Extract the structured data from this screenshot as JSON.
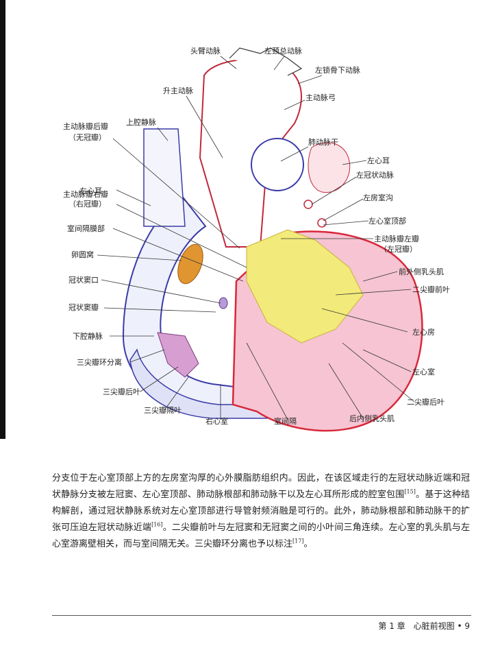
{
  "figure": {
    "labels": {
      "brachiocephalic": "头臂动脉",
      "left_common_carotid": "左颈总动脉",
      "left_subclavian": "左锁骨下动脉",
      "ascending_aorta": "升主动脉",
      "aortic_arch": "主动脉弓",
      "svc": "上腔静脉",
      "pulmonary_trunk": "肺动脉干",
      "ncc_line1": "主动脉瓣后瓣",
      "ncc_line2": "（无冠瓣）",
      "left_atrial_appendage": "左心耳",
      "right_atrial_appendage": "右心耳",
      "left_coronary_artery": "左冠状动脉",
      "rcc_line1": "主动脉瓣右瓣",
      "rcc_line2": "（右冠瓣）",
      "left_av_groove": "左房室沟",
      "lv_summit": "左心室顶部",
      "membranous_septum": "室间隔膜部",
      "lcc_line1": "主动脉瓣左瓣",
      "lcc_line2": "（左冠瓣）",
      "fossa_ovalis": "卵圆窝",
      "anterolateral_papillary": "前外侧乳头肌",
      "cs_ostium": "冠状窦口",
      "mitral_anterior_leaflet": "二尖瓣前叶",
      "cs_valve": "冠状窦瓣",
      "left_atrium": "左心房",
      "ivc": "下腔静脉",
      "tricuspid_annulus_separation": "三尖瓣环分离",
      "left_ventricle": "左心室",
      "tricuspid_posterior": "三尖瓣后叶",
      "mitral_posterior_leaflet": "二尖瓣后叶",
      "tricuspid_septal": "三尖瓣隔叶",
      "right_ventricle": "右心室",
      "ventricular_septum": "室间隔",
      "posteromedial_papillary": "后内侧乳头肌"
    },
    "colors": {
      "lv_fill": "#f6c4d2",
      "lv_stroke": "#d8283a",
      "valve_yellow": "#f2ea7a",
      "vein_blue": "#3a3aa8",
      "aorta_red": "#c0283a",
      "fossa_orange": "#e09530"
    }
  },
  "body": {
    "p1": "分支位于左心室顶部上方的左房室沟厚的心外膜脂肪组织内。因此，在该区域走行的左冠状动脉近端和冠状静脉分支被左冠窦、左心室顶部、肺动脉根部和肺动脉干以及左心耳所形成的腔室包围",
    "ref1": "[15]",
    "p2": "。基于这种结构解剖，通过冠状静脉系统对左心室顶部进行导管射频消融是可行的。此外，肺动脉根部和肺动脉干的扩张可压迫左冠状动脉近端",
    "ref2": "[16]",
    "p3": "。二尖瓣前叶与左冠窦和无冠窦之间的小叶间三角连续。左心室的乳头肌与左心室游离壁相关，而与室间隔无关。三尖瓣环分离也予以标注",
    "ref3": "[17]",
    "p4": "。"
  },
  "footer": {
    "chapter": "第 1 章　心脏前视图",
    "separator": " • ",
    "page": "9"
  }
}
